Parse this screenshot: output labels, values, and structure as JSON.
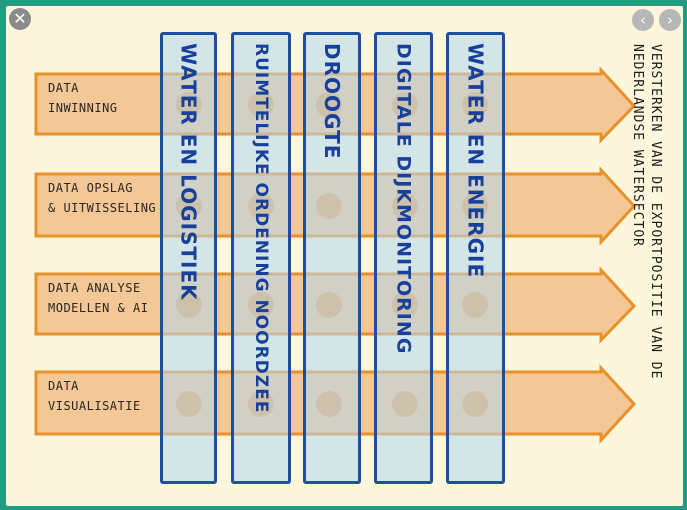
{
  "viewer": {
    "close_icon_glyph": "✕",
    "prev_icon_glyph": "‹",
    "next_icon_glyph": "›"
  },
  "arrows": [
    {
      "label": "Data\ninwinning"
    },
    {
      "label": "Data opslag\n& uitwisseling"
    },
    {
      "label": "Data analyse\nmodellen & AI"
    },
    {
      "label": "Data\nvisualisatie"
    }
  ],
  "columns": [
    {
      "label": "Water en logistiek"
    },
    {
      "label": "Ruimtelijke ordening Noordzee"
    },
    {
      "label": "Droogte"
    },
    {
      "label": "Digitale dijkmonitoring"
    },
    {
      "label": "Water en energie"
    }
  ],
  "side_title": "Versterken van de exportpositie van de\nNederlandse watersector",
  "colors": {
    "frame": "#249a82",
    "paper": "#fbf6dc",
    "arrow_fill": "#f3c796",
    "arrow_stroke": "#e8902a",
    "column_stroke": "#1c4f9e",
    "column_text": "#17409a"
  }
}
